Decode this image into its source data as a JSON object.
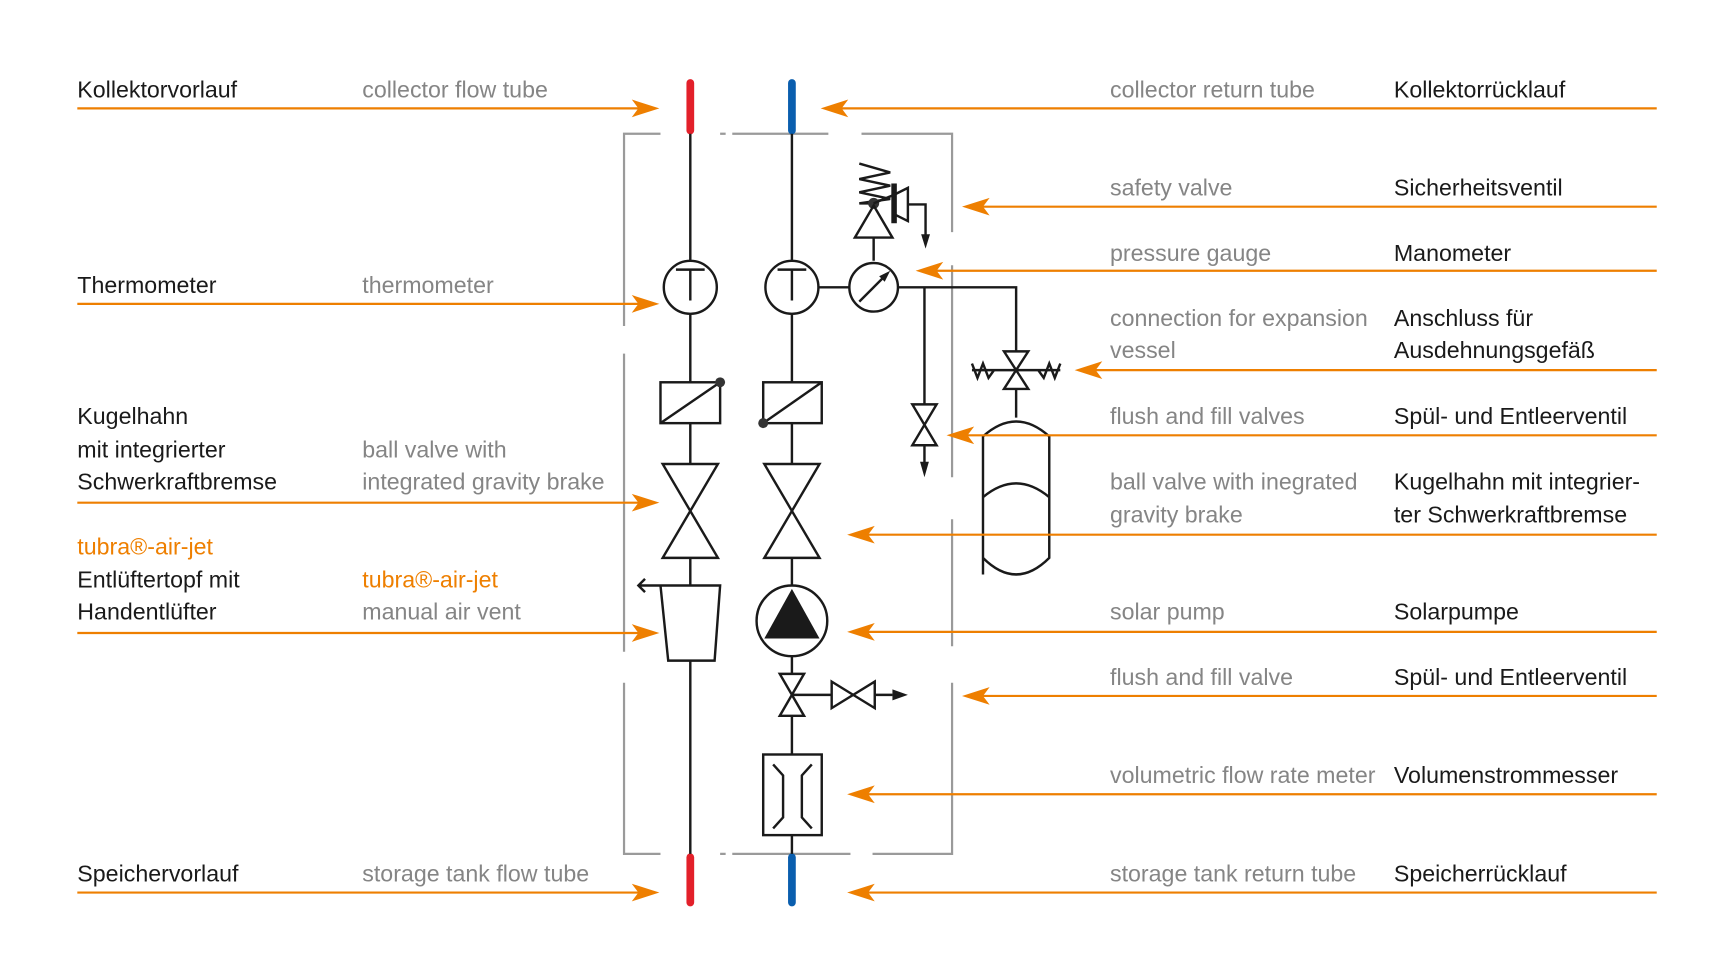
{
  "colors": {
    "accent": "#ee7f00",
    "hot": "#e3202a",
    "cold": "#0a5eae",
    "text": "#1a1a1a",
    "muted": "#858585"
  },
  "left_labels": [
    {
      "de": [
        "Kollektorvorlauf"
      ],
      "en": [
        "collector flow tube"
      ]
    },
    {
      "de": [
        "Thermometer"
      ],
      "en": [
        "thermometer"
      ]
    },
    {
      "de": [
        "Kugelhahn",
        "mit integrierter",
        "Schwerkraftbremse"
      ],
      "en": [
        "ball valve with",
        "integrated gravity brake"
      ]
    },
    {
      "brand": "tubra®-air-jet",
      "de": [
        "Entlüftertopf mit",
        "Handentlüfter"
      ],
      "en_brand": "tubra®-air-jet",
      "en": [
        "manual air vent"
      ]
    },
    {
      "de": [
        "Speichervorlauf"
      ],
      "en": [
        "storage tank flow tube"
      ]
    }
  ],
  "right_labels": [
    {
      "en": [
        "collector return tube"
      ],
      "de": [
        "Kollektorrücklauf"
      ]
    },
    {
      "en": [
        "safety valve"
      ],
      "de": [
        "Sicherheitsventil"
      ]
    },
    {
      "en": [
        "pressure gauge"
      ],
      "de": [
        "Manometer"
      ]
    },
    {
      "en": [
        "connection for expansion",
        "vessel"
      ],
      "de": [
        "Anschluss für",
        "Ausdehnungsgefäß"
      ]
    },
    {
      "en": [
        "flush and fill valves"
      ],
      "de": [
        "Spül- und Entleerventil"
      ]
    },
    {
      "en": [
        "ball valve with inegrated",
        "gravity brake"
      ],
      "de": [
        "Kugelhahn mit integrier-",
        "ter Schwerkraftbremse"
      ]
    },
    {
      "en": [
        "solar pump"
      ],
      "de": [
        "Solarpumpe"
      ]
    },
    {
      "en": [
        "flush and fill valve"
      ],
      "de": [
        "Spül- und Entleerventil"
      ]
    },
    {
      "en": [
        "volumetric flow rate meter"
      ],
      "de": [
        "Volumenstrommesser"
      ]
    },
    {
      "en": [
        "storage tank return tube"
      ],
      "de": [
        "Speicherrücklauf"
      ]
    }
  ]
}
